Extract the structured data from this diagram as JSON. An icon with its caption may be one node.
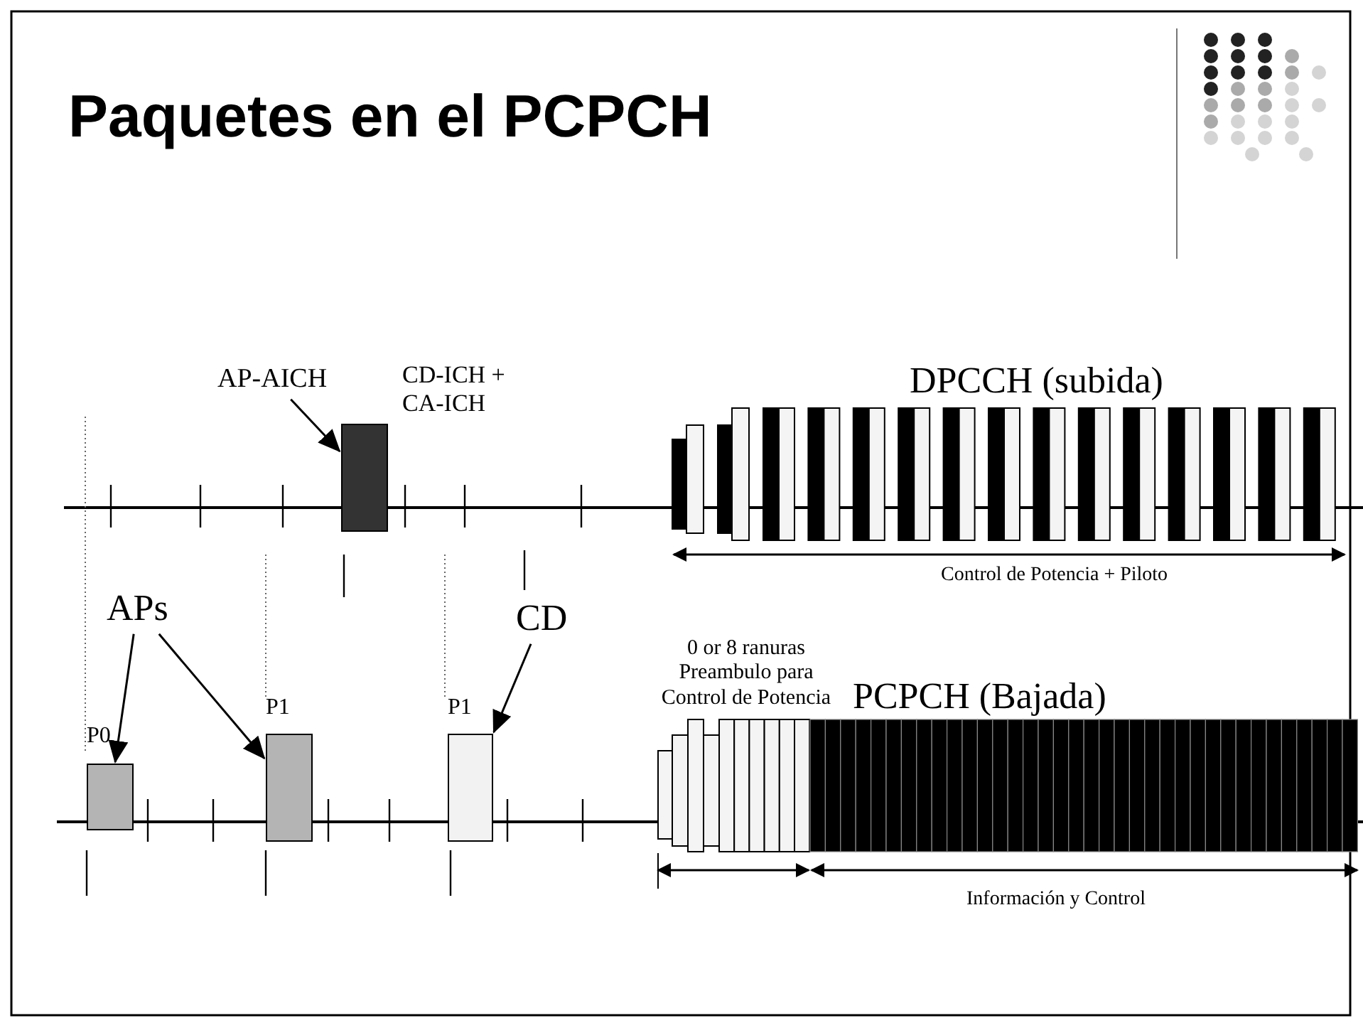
{
  "diagram": {
    "title": "Paquetes en el PCPCH",
    "nodes": [
      {
        "text": [
          "AP-AICH"
        ]
      },
      {
        "text": [],
        "shape": "box"
      },
      {
        "text": [
          "APs"
        ]
      },
      {
        "text": [
          "CD"
        ]
      },
      {
        "text": [],
        "shape": "box",
        "beside": [
          "P0"
        ]
      },
      {
        "text": [],
        "shape": "box",
        "beside": [
          "P1"
        ]
      },
      {
        "text": [],
        "shape": "box",
        "beside": [
          "P1"
        ]
      }
    ],
    "edges": [
      {
        "from": 0,
        "to": 1,
        "arrow": "to"
      },
      {
        "from": 2,
        "to": 4,
        "arrow": "to"
      },
      {
        "from": 2,
        "to": 5,
        "arrow": "to"
      },
      {
        "from": 3,
        "to": 6,
        "arrow": "to"
      }
    ],
    "labels": [
      "CD-ICH + CA-ICH",
      "DPCCH (subida)",
      "Control de Potencia + Piloto",
      "0 or 8 ranuras Preambulo para Control de Potencia",
      "PCPCH (Bajada)",
      "Información y Control"
    ]
  }
}
